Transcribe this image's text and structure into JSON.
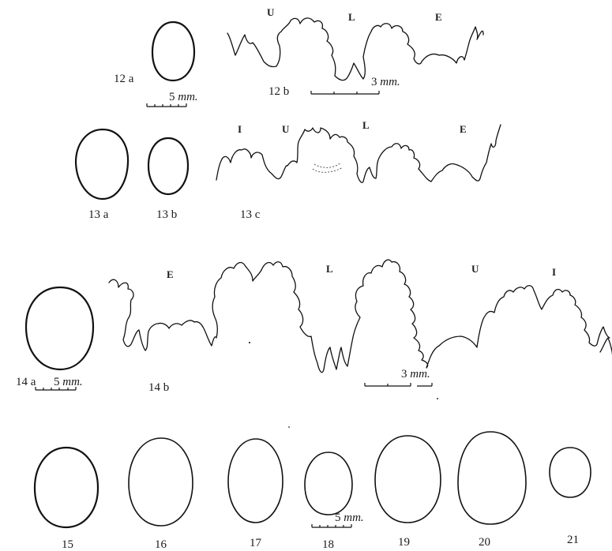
{
  "figures": {
    "fig12a": "12 a",
    "fig12b": "12 b",
    "fig13a": "13 a",
    "fig13b": "13 b",
    "fig13c": "13 c",
    "fig14a": "14 a",
    "fig14b": "14 b",
    "fig15": "15",
    "fig16": "16",
    "fig17": "17",
    "fig18": "18",
    "fig19": "19",
    "fig20": "20",
    "fig21": "21"
  },
  "lobes": {
    "row12": [
      "U",
      "L",
      "E"
    ],
    "row13": [
      "I",
      "U",
      "L",
      "E"
    ],
    "row14": [
      "E",
      "L",
      "U",
      "I"
    ]
  },
  "scales": {
    "five_mm_value": "5",
    "three_mm_value": "3",
    "unit": "mm."
  }
}
